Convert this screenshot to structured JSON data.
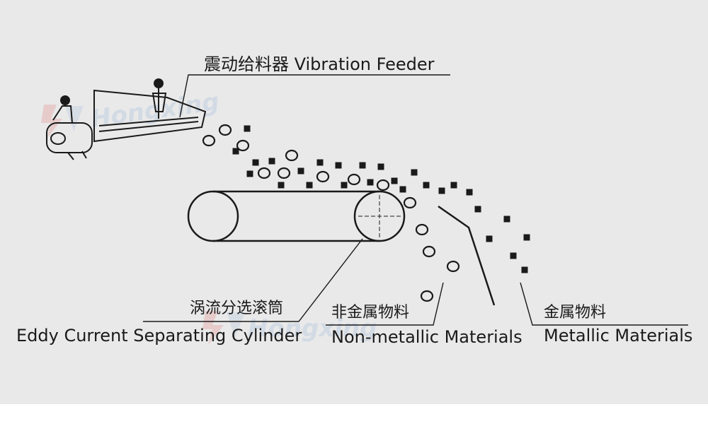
{
  "labels": {
    "feeder": "震动给料器  Vibration Feeder",
    "cylinder_cn": "涡流分选滚筒",
    "cylinder_en": "Eddy Current Separating Cylinder",
    "nonmetal_cn": "非金属物料",
    "nonmetal_en": "Non-metallic Materials",
    "metal_cn": "金属物料",
    "metal_en": "Metallic Materials"
  },
  "watermark": "Hongxing",
  "colors": {
    "background": "#e9e9e9",
    "line": "#1a1a1a",
    "watermark": "#c9d4e2",
    "watermark_accent": "#e7b3b3"
  }
}
